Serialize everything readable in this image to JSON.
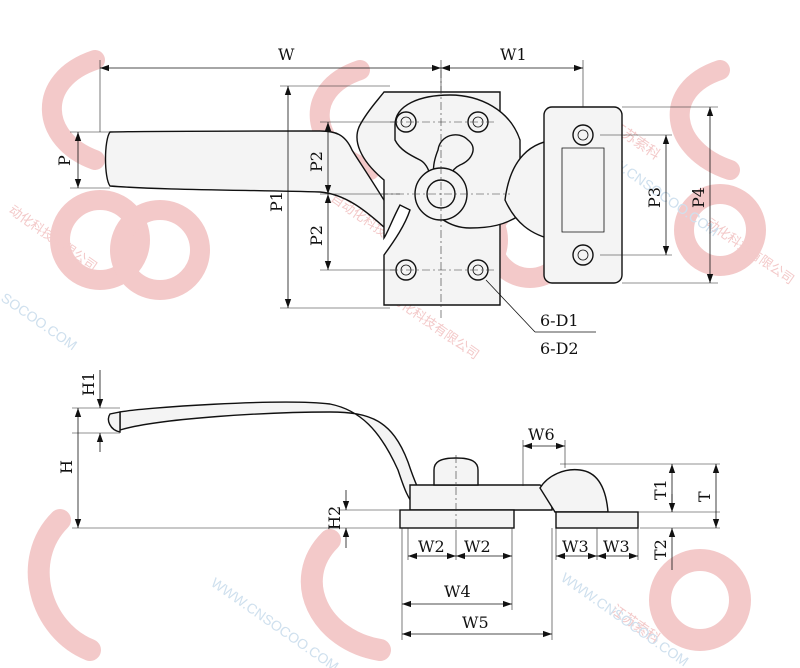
{
  "watermark": {
    "brand": "SOCOO",
    "company_a": "江苏索科",
    "company_b": "动化科技有限公司",
    "company_c": "自动化科技",
    "website": "WWW.CNSOCOO.COM",
    "site_short": "SOCOO.COM",
    "color": "#f3c9c9"
  },
  "top_view": {
    "labels": {
      "w": "W",
      "w1": "W1",
      "p": "P",
      "p1": "P1",
      "p2_upper": "P2",
      "p2_lower": "P2",
      "p3": "P3",
      "p4": "P4",
      "hole_d1": "6-D1",
      "hole_d2": "6-D2"
    }
  },
  "side_view": {
    "labels": {
      "h": "H",
      "h1": "H1",
      "h2": "H2",
      "t": "T",
      "t1": "T1",
      "t2": "T2",
      "w2_left": "W2",
      "w2_right": "W2",
      "w3_left": "W3",
      "w3_right": "W3",
      "w4": "W4",
      "w5": "W5",
      "w6": "W6"
    }
  }
}
